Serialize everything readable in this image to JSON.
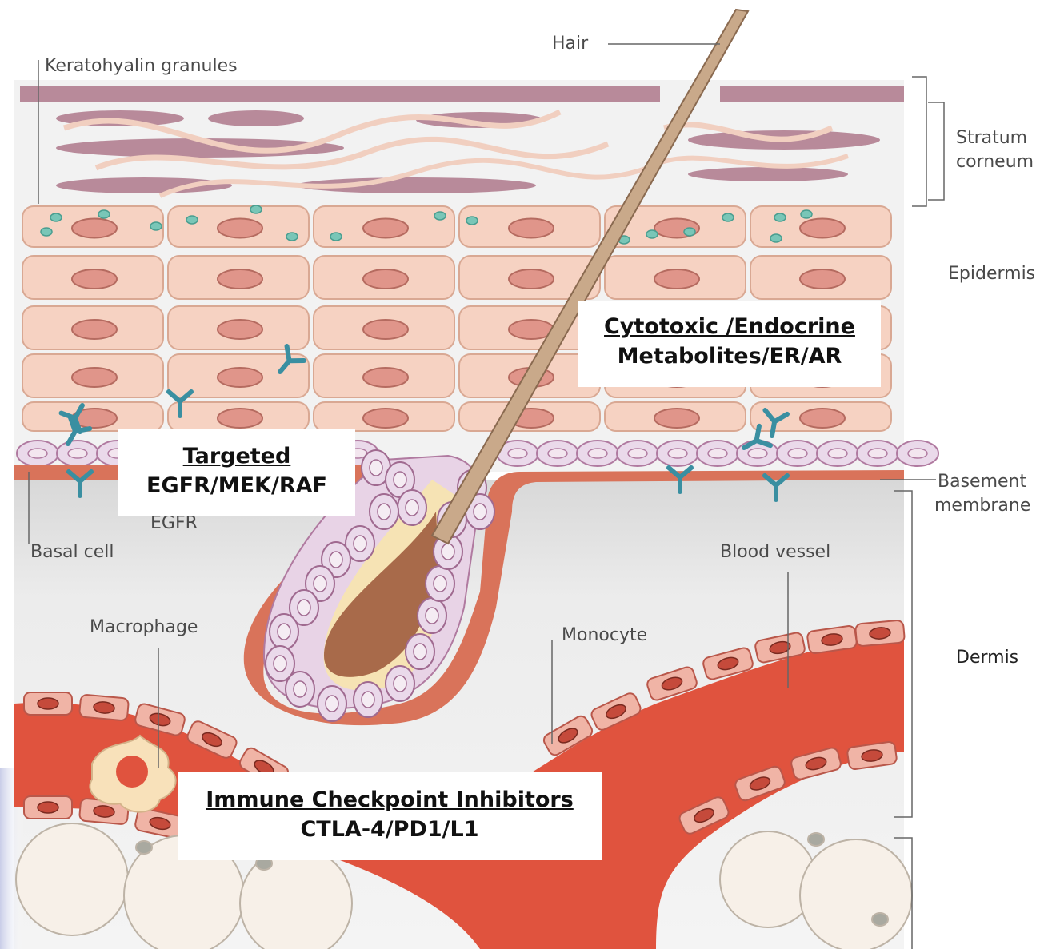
{
  "labels": {
    "hair": "Hair",
    "keratohyalin": "Keratohyalin granules",
    "stratum_line1": "Stratum",
    "stratum_line2": "corneum",
    "epidermis": "Epidermis",
    "basement_line1": "Basement",
    "basement_line2": "membrane",
    "egfr": "EGFR",
    "basal_cell": "Basal cell",
    "blood_vessel": "Blood vessel",
    "macrophage": "Macrophage",
    "monocyte": "Monocyte",
    "dermis": "Dermis"
  },
  "callouts": {
    "cytotoxic": {
      "title": "Cytotoxic /Endocrine",
      "subtitle": "Metabolites/ER/AR"
    },
    "targeted": {
      "title": "Targeted",
      "subtitle": "EGFR/MEK/RAF"
    },
    "immune": {
      "title": "Immune Checkpoint Inhibitors",
      "subtitle": "CTLA-4/PD1/L1"
    }
  },
  "colors": {
    "cell_fill": "#f6d2c2",
    "cell_stroke": "#d9a893",
    "nucleus": "#e0958a",
    "granule": "#79c6b7",
    "basal_fill": "#ead9ea",
    "membrane": "#d9735a",
    "vessel": "#e0533e",
    "receptor": "#3a8fa1",
    "hair": "#c9a98a",
    "stratum_band": "#b88a9a"
  }
}
